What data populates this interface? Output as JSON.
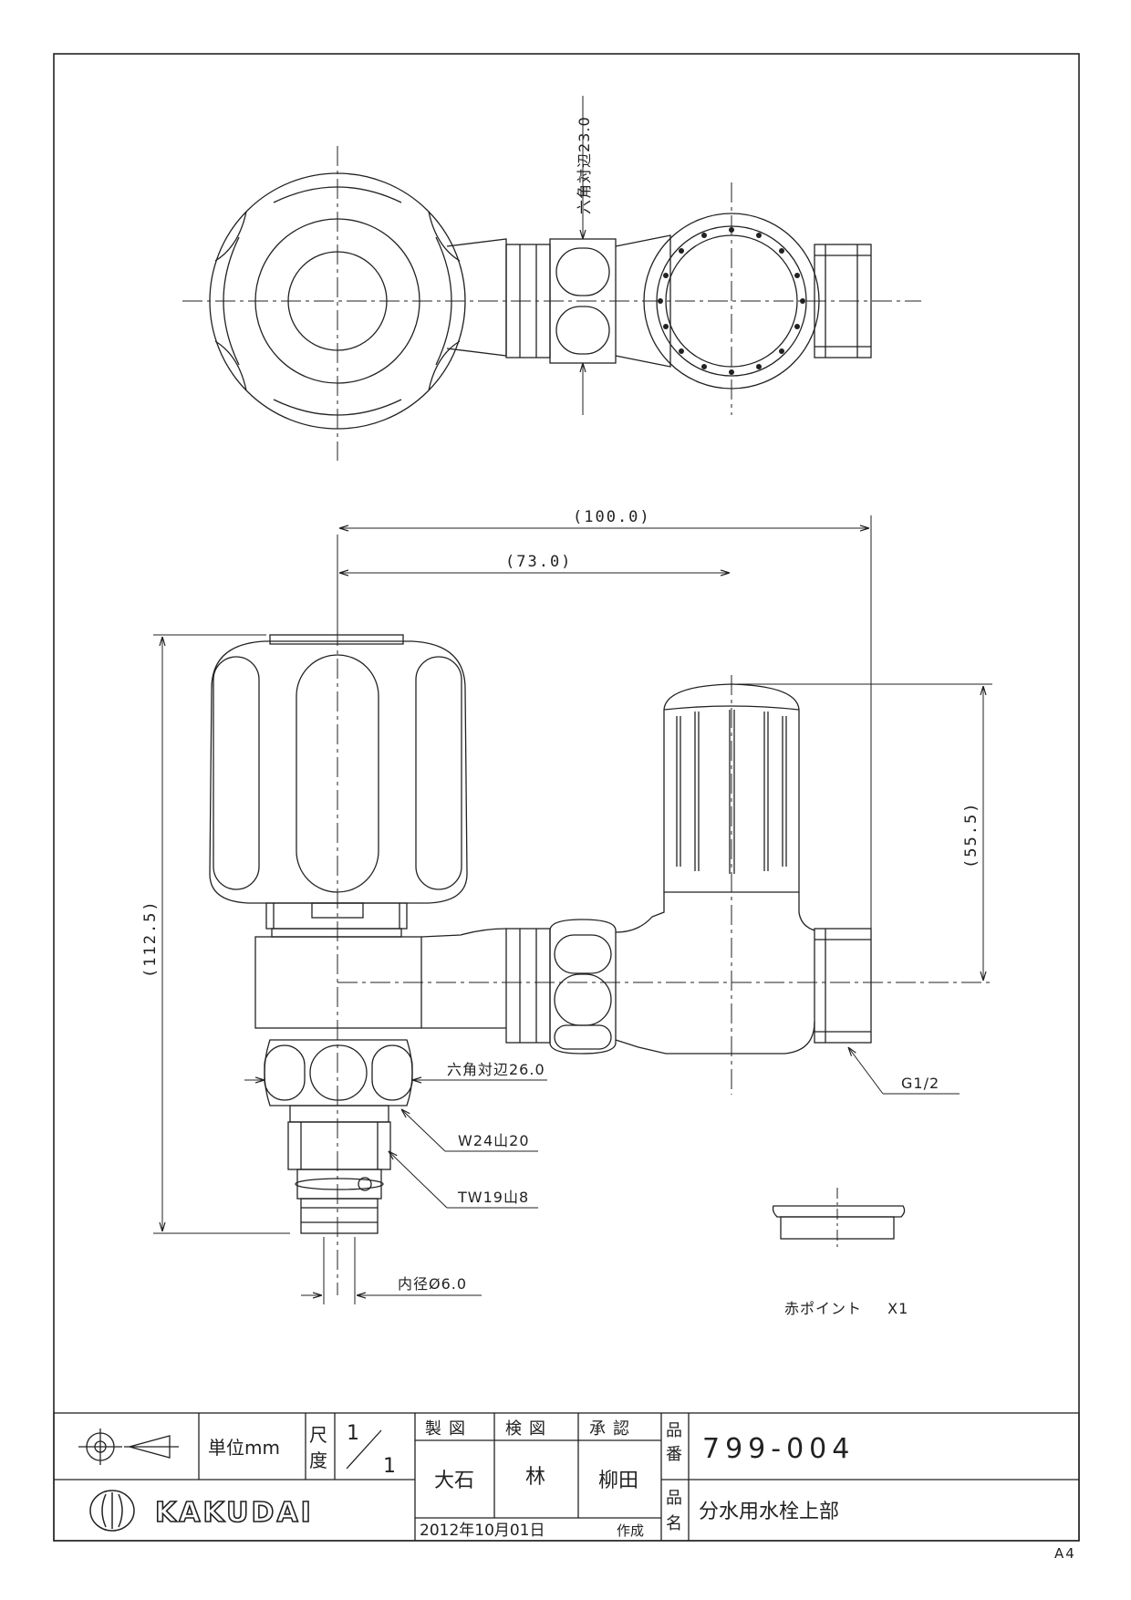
{
  "dimensions": {
    "hex_top": "六角対辺23.0",
    "overall_width": "(100.0)",
    "center_distance": "(73.0)",
    "overall_height": "(112.5)",
    "cap_height": "(55.5)"
  },
  "callouts": {
    "hex_26": "六角対辺26.0",
    "thread_w24": "W24山20",
    "thread_tw19": "TW19山8",
    "inner_dia": "内径Ø6.0",
    "g_half": "G1/2"
  },
  "accessory": {
    "label": "赤ポイント",
    "quantity": "X1"
  },
  "title_block": {
    "unit_label": "単位mm",
    "scale_label": "尺度",
    "scale_num": "1",
    "scale_den": "1",
    "made_label": "製図",
    "checked_label": "検図",
    "approved_label": "承認",
    "made_by": "大石",
    "checked_by": "林",
    "approved_by": "柳田",
    "part_no_label": "品番",
    "part_no": "799-004",
    "name_label": "品名",
    "part_name": "分水用水栓上部",
    "date": "2012年10月01日",
    "created_label": "作成",
    "brand": "KAKUDAI"
  },
  "sheet_size": "A4"
}
